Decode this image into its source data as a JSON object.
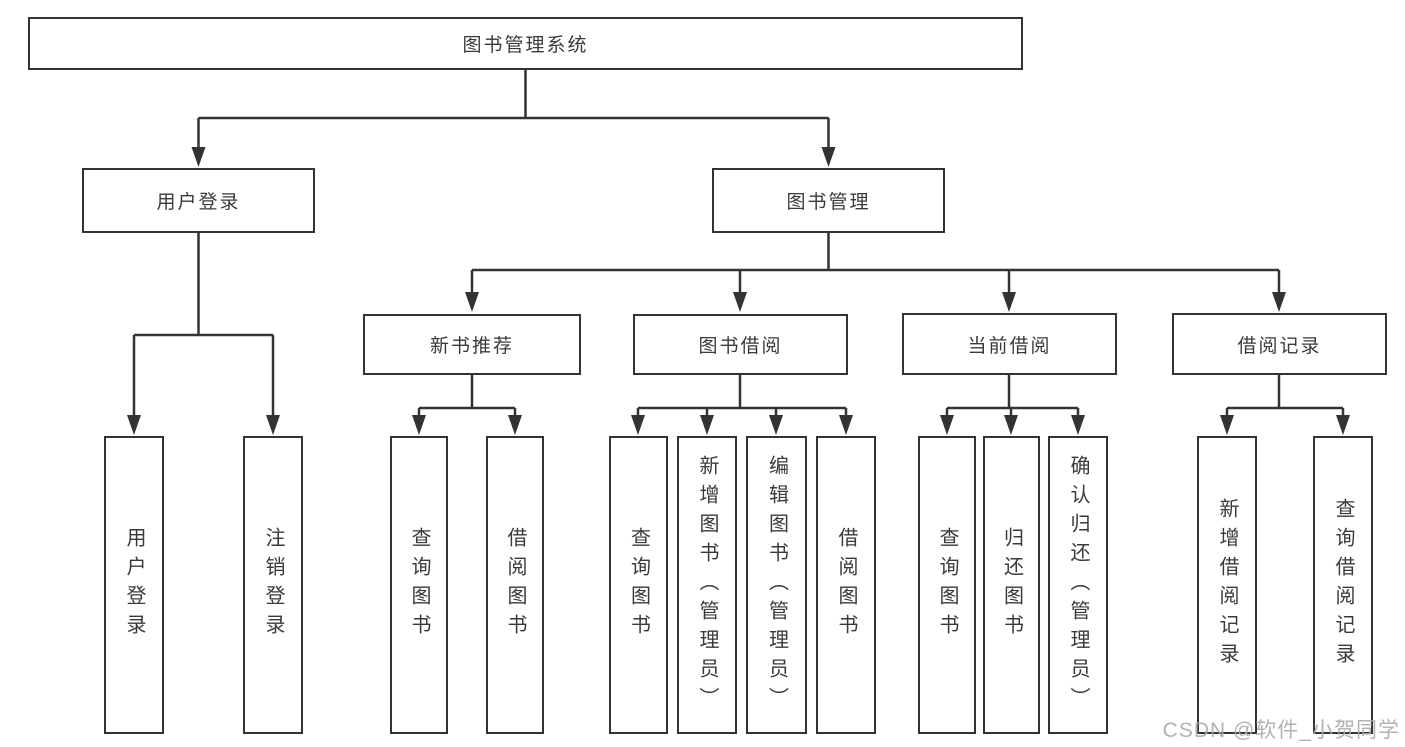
{
  "colors": {
    "line": "#333333",
    "node_border": "#333333",
    "text": "#3a3a3a",
    "watermark": "#ababab",
    "background": "#ffffff"
  },
  "watermark": {
    "text": "CSDN @软件_小贺同学"
  },
  "tree": {
    "root": {
      "label": "图书管理系统",
      "children": [
        {
          "label": "用户登录",
          "children": [
            {
              "label": "用户登录"
            },
            {
              "label": "注销登录"
            }
          ]
        },
        {
          "label": "图书管理",
          "children": [
            {
              "label": "新书推荐",
              "children": [
                {
                  "label": "查询图书"
                },
                {
                  "label": "借阅图书"
                }
              ]
            },
            {
              "label": "图书借阅",
              "children": [
                {
                  "label": "查询图书"
                },
                {
                  "label": "新增图书（管理员）"
                },
                {
                  "label": "编辑图书（管理员）"
                },
                {
                  "label": "借阅图书"
                }
              ]
            },
            {
              "label": "当前借阅",
              "children": [
                {
                  "label": "查询图书"
                },
                {
                  "label": "归还图书"
                },
                {
                  "label": "确认归还（管理员）"
                }
              ]
            },
            {
              "label": "借阅记录",
              "children": [
                {
                  "label": "新增借阅记录"
                },
                {
                  "label": "查询借阅记录"
                }
              ]
            }
          ]
        }
      ]
    }
  }
}
